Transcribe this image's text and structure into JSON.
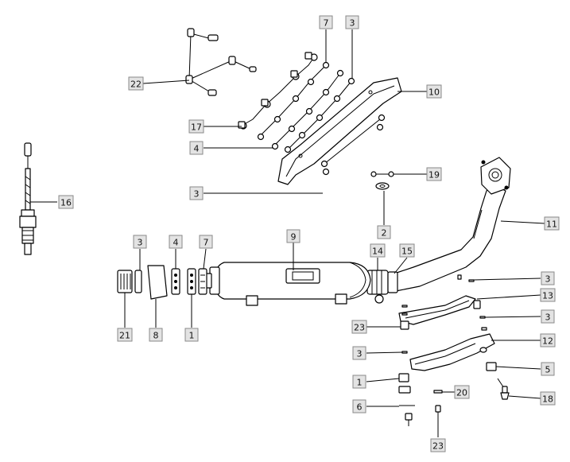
{
  "diagram": {
    "type": "exploded-parts-view",
    "callouts": [
      {
        "id": "c7-top",
        "label": "7"
      },
      {
        "id": "c3-top",
        "label": "3"
      },
      {
        "id": "c22",
        "label": "22"
      },
      {
        "id": "c10",
        "label": "10"
      },
      {
        "id": "c17",
        "label": "17"
      },
      {
        "id": "c4-upper",
        "label": "4"
      },
      {
        "id": "c19",
        "label": "19"
      },
      {
        "id": "c3-shield",
        "label": "3"
      },
      {
        "id": "c16",
        "label": "16"
      },
      {
        "id": "c11",
        "label": "11"
      },
      {
        "id": "c2",
        "label": "2"
      },
      {
        "id": "c3-left",
        "label": "3"
      },
      {
        "id": "c4-left",
        "label": "4"
      },
      {
        "id": "c7-left",
        "label": "7"
      },
      {
        "id": "c9",
        "label": "9"
      },
      {
        "id": "c14",
        "label": "14"
      },
      {
        "id": "c15",
        "label": "15"
      },
      {
        "id": "c3-right-a",
        "label": "3"
      },
      {
        "id": "c13",
        "label": "13"
      },
      {
        "id": "c3-right-b",
        "label": "3"
      },
      {
        "id": "c23-mid",
        "label": "23"
      },
      {
        "id": "c21",
        "label": "21"
      },
      {
        "id": "c8",
        "label": "8"
      },
      {
        "id": "c1-left",
        "label": "1"
      },
      {
        "id": "c12",
        "label": "12"
      },
      {
        "id": "c3-mid",
        "label": "3"
      },
      {
        "id": "c5",
        "label": "5"
      },
      {
        "id": "c1-mid",
        "label": "1"
      },
      {
        "id": "c20",
        "label": "20"
      },
      {
        "id": "c18",
        "label": "18"
      },
      {
        "id": "c6",
        "label": "6"
      },
      {
        "id": "c23-bottom",
        "label": "23"
      }
    ]
  }
}
